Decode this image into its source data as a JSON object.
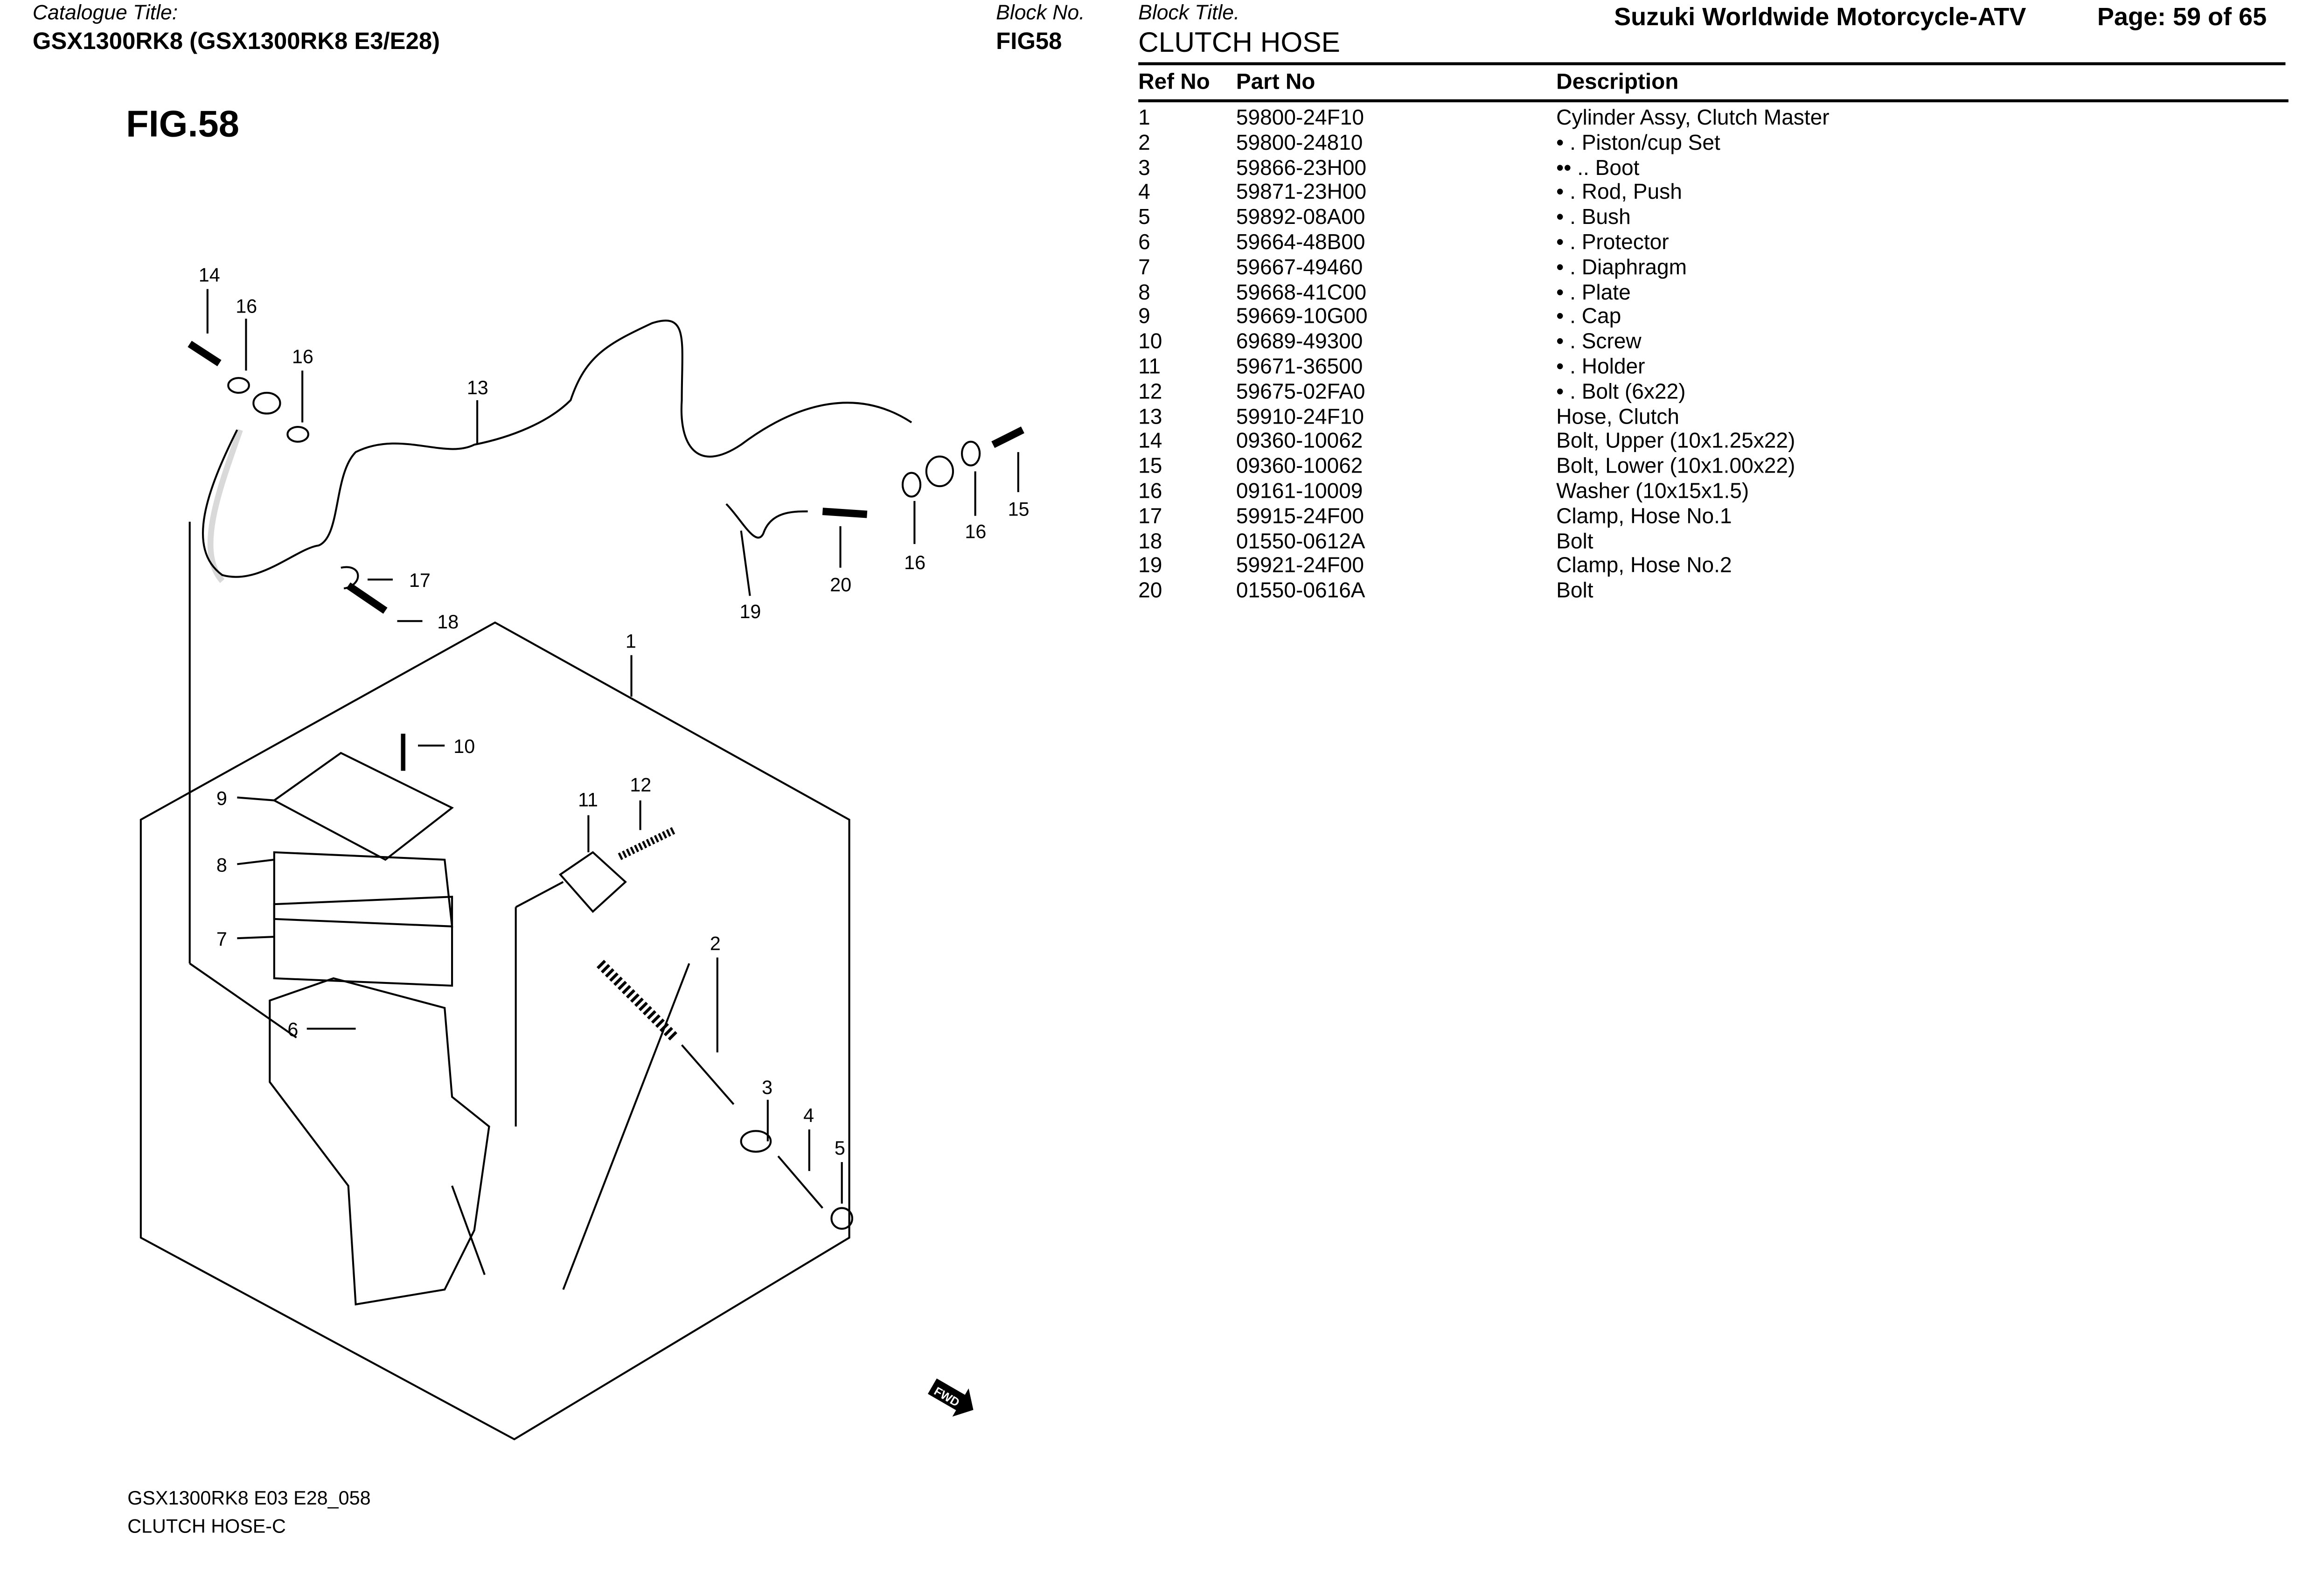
{
  "header": {
    "catalogue_label": "Catalogue Title:",
    "catalogue_title": "GSX1300RK8 (GSX1300RK8 E3/E28)",
    "block_no_label": "Block No.",
    "block_no": "FIG58",
    "block_title_label": "Block Title.",
    "block_title": "CLUTCH HOSE",
    "publisher": "Suzuki Worldwide Motorcycle-ATV",
    "page": "Page: 59 of 65"
  },
  "figure": {
    "title": "FIG.58",
    "caption_line1": "GSX1300RK8 E03 E28_058",
    "caption_line2": "CLUTCH HOSE-C",
    "fwd_icon": "forward-arrow-icon",
    "callouts": [
      "14",
      "16",
      "16",
      "13",
      "17",
      "18",
      "19",
      "20",
      "16",
      "16",
      "15",
      "1",
      "10",
      "9",
      "8",
      "7",
      "6",
      "11",
      "12",
      "2",
      "3",
      "4",
      "5"
    ]
  },
  "table": {
    "columns": [
      "Ref No",
      "Part No",
      "Description"
    ],
    "rows": [
      {
        "ref": "1",
        "part": "59800-24F10",
        "desc": "Cylinder Assy, Clutch Master"
      },
      {
        "ref": "2",
        "part": "59800-24810",
        "desc": "• . Piston/cup Set"
      },
      {
        "ref": "3",
        "part": "59866-23H00",
        "desc": "•• .. Boot"
      },
      {
        "ref": "4",
        "part": "59871-23H00",
        "desc": "• . Rod, Push"
      },
      {
        "ref": "5",
        "part": "59892-08A00",
        "desc": "• . Bush"
      },
      {
        "ref": "6",
        "part": "59664-48B00",
        "desc": "• . Protector"
      },
      {
        "ref": "7",
        "part": "59667-49460",
        "desc": "• . Diaphragm"
      },
      {
        "ref": "8",
        "part": "59668-41C00",
        "desc": "• . Plate"
      },
      {
        "ref": "9",
        "part": "59669-10G00",
        "desc": "• . Cap"
      },
      {
        "ref": "10",
        "part": "69689-49300",
        "desc": "• . Screw"
      },
      {
        "ref": "11",
        "part": "59671-36500",
        "desc": "• . Holder"
      },
      {
        "ref": "12",
        "part": "59675-02FA0",
        "desc": "• . Bolt (6x22)"
      },
      {
        "ref": "13",
        "part": "59910-24F10",
        "desc": "Hose, Clutch"
      },
      {
        "ref": "14",
        "part": "09360-10062",
        "desc": "Bolt, Upper (10x1.25x22)"
      },
      {
        "ref": "15",
        "part": "09360-10062",
        "desc": "Bolt, Lower (10x1.00x22)"
      },
      {
        "ref": "16",
        "part": "09161-10009",
        "desc": "Washer (10x15x1.5)"
      },
      {
        "ref": "17",
        "part": "59915-24F00",
        "desc": "Clamp, Hose No.1"
      },
      {
        "ref": "18",
        "part": "01550-0612A",
        "desc": "Bolt"
      },
      {
        "ref": "19",
        "part": "59921-24F00",
        "desc": "Clamp, Hose No.2"
      },
      {
        "ref": "20",
        "part": "01550-0616A",
        "desc": "Bolt"
      }
    ]
  }
}
